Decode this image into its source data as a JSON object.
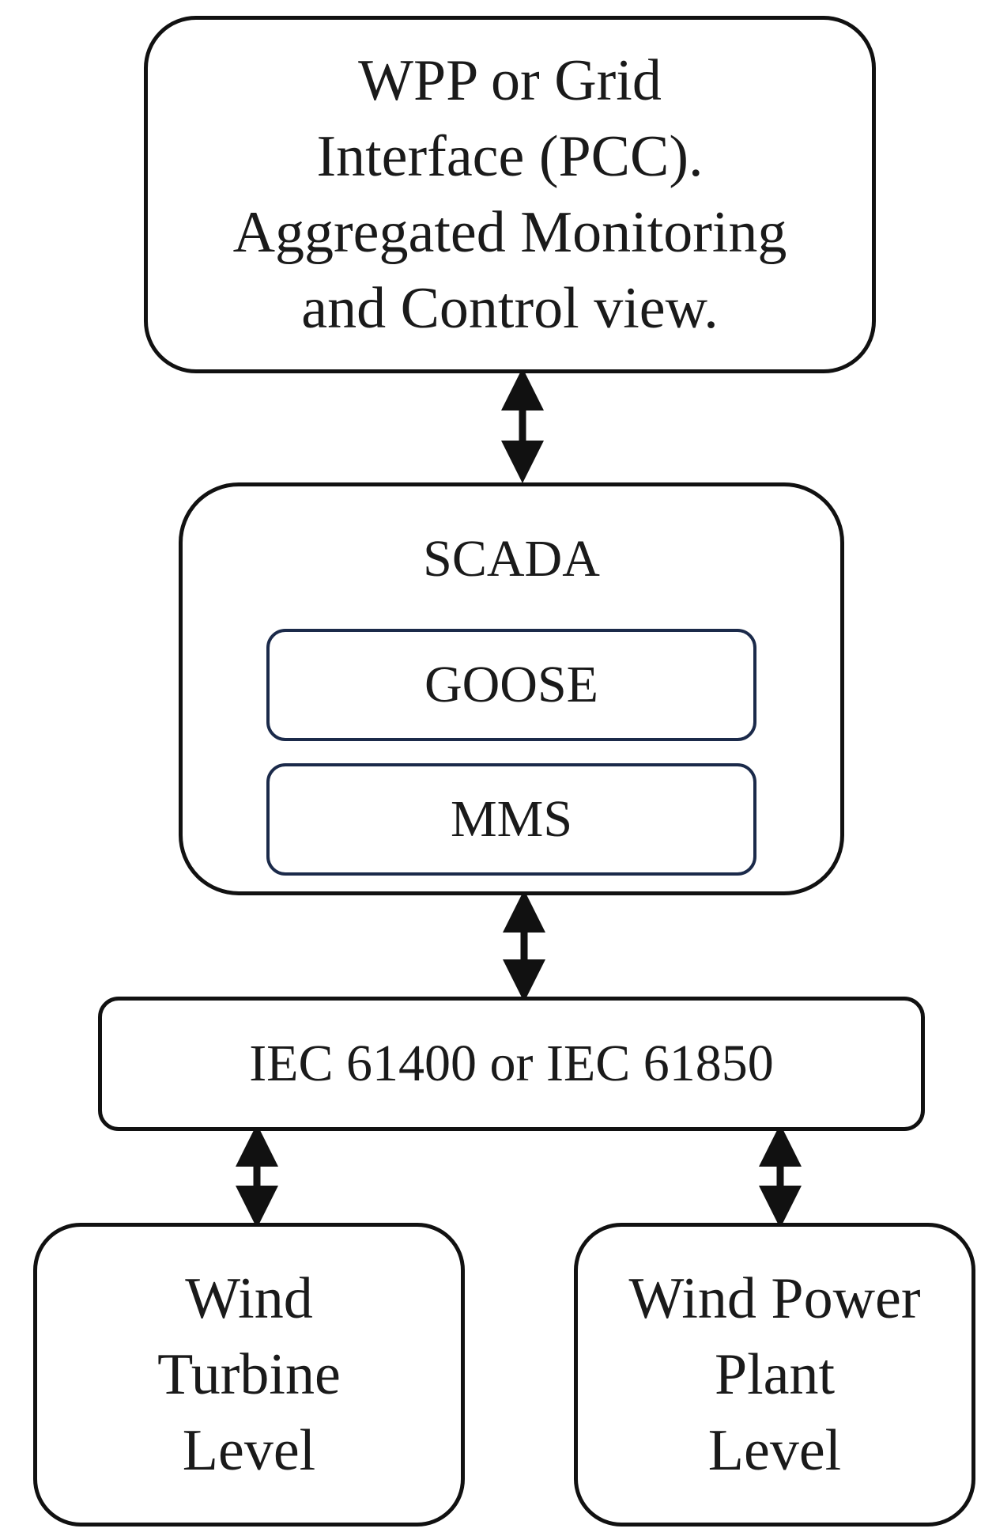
{
  "top_box": {
    "lines": [
      "WPP or Grid",
      "Interface (PCC).",
      "Aggregated Monitoring",
      "and Control view."
    ]
  },
  "scada_box": {
    "title": "SCADA",
    "goose": "GOOSE",
    "mms": "MMS"
  },
  "iec_box": {
    "label": "IEC 61400 or IEC 61850"
  },
  "turbine_box": {
    "lines": [
      "Wind",
      "Turbine",
      "Level"
    ]
  },
  "plant_box": {
    "lines": [
      "Wind Power",
      "Plant",
      "Level"
    ]
  },
  "colors": {
    "border": "#111111",
    "inner_border": "#1b2a4a",
    "text": "#1a1a1a"
  }
}
